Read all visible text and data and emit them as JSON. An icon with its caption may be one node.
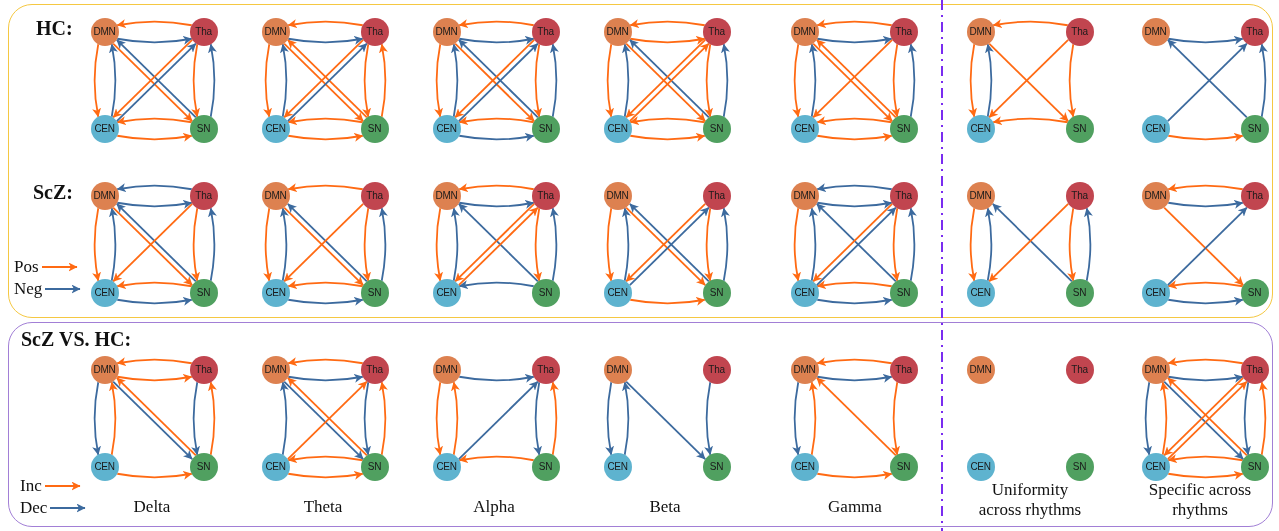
{
  "diagram": {
    "nodes": [
      {
        "text": [
          "HC:",
          "ScZ:"
        ]
      },
      {
        "text": [
          "DMN"
        ],
        "in": 0
      },
      {
        "text": [
          "Tha"
        ],
        "in": 0
      },
      {
        "text": [
          "CEN"
        ],
        "in": 0
      },
      {
        "text": [
          "SN"
        ],
        "in": 0
      },
      {
        "text": [
          "DMN"
        ],
        "in": 0
      },
      {
        "text": [
          "Tha"
        ],
        "in": 0
      },
      {
        "text": [
          "CEN"
        ],
        "in": 0
      },
      {
        "text": [
          "SN"
        ],
        "in": 0
      },
      {
        "text": [
          "DMN"
        ],
        "in": 0
      },
      {
        "text": [
          "Tha"
        ],
        "in": 0
      },
      {
        "text": [
          "CEN"
        ],
        "in": 0
      },
      {
        "text": [
          "SN"
        ],
        "in": 0
      },
      {
        "text": [
          "DMN"
        ],
        "in": 0
      },
      {
        "text": [
          "Tha"
        ],
        "in": 0
      },
      {
        "text": [
          "CEN"
        ],
        "in": 0
      },
      {
        "text": [
          "SN"
        ],
        "in": 0
      },
      {
        "text": [
          "DMN"
        ],
        "in": 0
      },
      {
        "text": [
          "Tha"
        ],
        "in": 0
      },
      {
        "text": [
          "CEN"
        ],
        "in": 0
      },
      {
        "text": [
          "SN"
        ],
        "in": 0
      },
      {
        "text": [
          "DMN"
        ],
        "in": 0
      },
      {
        "text": [
          "Tha"
        ],
        "in": 0
      },
      {
        "text": [
          "CEN"
        ],
        "in": 0
      },
      {
        "text": [
          "SN"
        ],
        "in": 0
      },
      {
        "text": [
          "DMN"
        ],
        "in": 0
      },
      {
        "text": [
          "Tha"
        ],
        "in": 0
      },
      {
        "text": [
          "CEN"
        ],
        "in": 0
      },
      {
        "text": [
          "SN"
        ],
        "in": 0
      },
      {
        "text": [
          "DMN"
        ],
        "in": 0
      },
      {
        "text": [
          "Tha"
        ],
        "in": 0
      },
      {
        "text": [
          "CEN"
        ],
        "in": 0
      },
      {
        "text": [
          "SN"
        ],
        "in": 0
      },
      {
        "text": [
          "DMN"
        ],
        "in": 0
      },
      {
        "text": [
          "Tha"
        ],
        "in": 0
      },
      {
        "text": [
          "CEN"
        ],
        "in": 0
      },
      {
        "text": [
          "SN"
        ],
        "in": 0
      },
      {
        "text": [
          "DMN"
        ],
        "in": 0
      },
      {
        "text": [
          "Tha"
        ],
        "in": 0
      },
      {
        "text": [
          "CEN"
        ],
        "in": 0
      },
      {
        "text": [
          "SN"
        ],
        "in": 0
      },
      {
        "text": [
          "DMN"
        ],
        "in": 0
      },
      {
        "text": [
          "Tha"
        ],
        "in": 0
      },
      {
        "text": [
          "CEN"
        ],
        "in": 0
      },
      {
        "text": [
          "SN"
        ],
        "in": 0
      },
      {
        "text": [
          "DMN"
        ],
        "in": 0
      },
      {
        "text": [
          "Tha"
        ],
        "in": 0
      },
      {
        "text": [
          "CEN"
        ],
        "in": 0
      },
      {
        "text": [
          "SN"
        ],
        "in": 0
      },
      {
        "text": [
          "DMN"
        ],
        "in": 0
      },
      {
        "text": [
          "Tha"
        ],
        "in": 0
      },
      {
        "text": [
          "CEN"
        ],
        "in": 0
      },
      {
        "text": [
          "SN"
        ],
        "in": 0
      },
      {
        "text": [
          "DMN"
        ],
        "in": 0
      },
      {
        "text": [
          "Tha"
        ],
        "in": 0
      },
      {
        "text": [
          "CEN"
        ],
        "in": 0
      },
      {
        "text": [
          "SN"
        ],
        "in": 0
      },
      {
        "text": [
          "ScZ VS. HC:"
        ]
      },
      {
        "text": [
          "DMN"
        ],
        "in": 57
      },
      {
        "text": [
          "Tha"
        ],
        "in": 57
      },
      {
        "text": [
          "CEN"
        ],
        "in": 57
      },
      {
        "text": [
          "SN"
        ],
        "in": 57
      },
      {
        "text": [
          "DMN"
        ],
        "in": 57
      },
      {
        "text": [
          "Tha"
        ],
        "in": 57
      },
      {
        "text": [
          "CEN"
        ],
        "in": 57
      },
      {
        "text": [
          "SN"
        ],
        "in": 57
      },
      {
        "text": [
          "DMN"
        ],
        "in": 57
      },
      {
        "text": [
          "Tha"
        ],
        "in": 57
      },
      {
        "text": [
          "CEN"
        ],
        "in": 57
      },
      {
        "text": [
          "SN"
        ],
        "in": 57
      },
      {
        "text": [
          "DMN"
        ],
        "in": 57
      },
      {
        "text": [
          "Tha"
        ],
        "in": 57
      },
      {
        "text": [
          "CEN"
        ],
        "in": 57
      },
      {
        "text": [
          "SN"
        ],
        "in": 57
      },
      {
        "text": [
          "DMN"
        ],
        "in": 57
      },
      {
        "text": [
          "Tha"
        ],
        "in": 57
      },
      {
        "text": [
          "CEN"
        ],
        "in": 57
      },
      {
        "text": [
          "SN"
        ],
        "in": 57
      },
      {
        "text": [
          "DMN"
        ],
        "in": 57
      },
      {
        "text": [
          "Tha"
        ],
        "in": 57
      },
      {
        "text": [
          "CEN"
        ],
        "in": 57
      },
      {
        "text": [
          "SN"
        ],
        "in": 57
      },
      {
        "text": [
          "DMN"
        ],
        "in": 57
      },
      {
        "text": [
          "Tha"
        ],
        "in": 57
      },
      {
        "text": [
          "CEN"
        ],
        "in": 57
      },
      {
        "text": [
          "SN"
        ],
        "in": 57
      }
    ],
    "edges": [
      {
        "from": 2,
        "to": 1,
        "arrow": "to"
      },
      {
        "from": 1,
        "to": 2,
        "arrow": "to",
        "color": "#3c6a9e"
      },
      {
        "from": 1,
        "to": 3,
        "arrow": "to"
      },
      {
        "from": 3,
        "to": 1,
        "arrow": "to",
        "color": "#3c6a9e"
      },
      {
        "from": 2,
        "to": 4,
        "arrow": "to"
      },
      {
        "from": 4,
        "to": 2,
        "arrow": "to",
        "color": "#3c6a9e"
      },
      {
        "from": 4,
        "to": 3,
        "arrow": "to"
      },
      {
        "from": 3,
        "to": 4,
        "arrow": "to"
      },
      {
        "from": 1,
        "to": 4,
        "arrow": "to"
      },
      {
        "from": 4,
        "to": 1,
        "arrow": "to",
        "color": "#3c6a9e"
      },
      {
        "from": 2,
        "to": 3,
        "arrow": "to"
      },
      {
        "from": 3,
        "to": 2,
        "arrow": "to",
        "color": "#3c6a9e"
      },
      {
        "from": 6,
        "to": 5,
        "arrow": "to"
      },
      {
        "from": 5,
        "to": 6,
        "arrow": "to",
        "color": "#3c6a9e"
      },
      {
        "from": 5,
        "to": 7,
        "arrow": "to"
      },
      {
        "from": 7,
        "to": 5,
        "arrow": "to",
        "color": "#3c6a9e"
      },
      {
        "from": 6,
        "to": 8,
        "arrow": "to"
      },
      {
        "from": 8,
        "to": 6,
        "arrow": "to"
      },
      {
        "from": 8,
        "to": 7,
        "arrow": "to"
      },
      {
        "from": 7,
        "to": 8,
        "arrow": "to"
      },
      {
        "from": 5,
        "to": 8,
        "arrow": "to"
      },
      {
        "from": 8,
        "to": 5,
        "arrow": "to"
      },
      {
        "from": 6,
        "to": 7,
        "arrow": "to"
      },
      {
        "from": 7,
        "to": 6,
        "arrow": "to",
        "color": "#3c6a9e"
      },
      {
        "from": 10,
        "to": 9,
        "arrow": "to"
      },
      {
        "from": 9,
        "to": 10,
        "arrow": "to",
        "color": "#3c6a9e"
      },
      {
        "from": 9,
        "to": 11,
        "arrow": "to"
      },
      {
        "from": 11,
        "to": 9,
        "arrow": "to",
        "color": "#3c6a9e"
      },
      {
        "from": 10,
        "to": 12,
        "arrow": "to"
      },
      {
        "from": 12,
        "to": 10,
        "arrow": "to",
        "color": "#3c6a9e"
      },
      {
        "from": 12,
        "to": 11,
        "arrow": "to"
      },
      {
        "from": 11,
        "to": 12,
        "arrow": "to",
        "color": "#3c6a9e"
      },
      {
        "from": 9,
        "to": 12,
        "arrow": "to"
      },
      {
        "from": 12,
        "to": 9,
        "arrow": "to",
        "color": "#3c6a9e"
      },
      {
        "from": 10,
        "to": 11,
        "arrow": "to"
      },
      {
        "from": 11,
        "to": 10,
        "arrow": "to",
        "color": "#3c6a9e"
      },
      {
        "from": 14,
        "to": 13,
        "arrow": "to"
      },
      {
        "from": 13,
        "to": 14,
        "arrow": "to"
      },
      {
        "from": 13,
        "to": 15,
        "arrow": "to"
      },
      {
        "from": 15,
        "to": 13,
        "arrow": "to",
        "color": "#3c6a9e"
      },
      {
        "from": 14,
        "to": 16,
        "arrow": "to"
      },
      {
        "from": 16,
        "to": 14,
        "arrow": "to",
        "color": "#3c6a9e"
      },
      {
        "from": 16,
        "to": 15,
        "arrow": "to"
      },
      {
        "from": 15,
        "to": 16,
        "arrow": "to"
      },
      {
        "from": 13,
        "to": 16,
        "arrow": "to"
      },
      {
        "from": 16,
        "to": 13,
        "arrow": "to",
        "color": "#3c6a9e"
      },
      {
        "from": 14,
        "to": 15,
        "arrow": "to"
      },
      {
        "from": 15,
        "to": 14,
        "arrow": "to"
      },
      {
        "from": 18,
        "to": 17,
        "arrow": "to"
      },
      {
        "from": 17,
        "to": 18,
        "arrow": "to",
        "color": "#3c6a9e"
      },
      {
        "from": 17,
        "to": 19,
        "arrow": "to"
      },
      {
        "from": 19,
        "to": 17,
        "arrow": "to",
        "color": "#3c6a9e"
      },
      {
        "from": 18,
        "to": 20,
        "arrow": "to"
      },
      {
        "from": 20,
        "to": 18,
        "arrow": "to",
        "color": "#3c6a9e"
      },
      {
        "from": 20,
        "to": 19,
        "arrow": "to"
      },
      {
        "from": 19,
        "to": 20,
        "arrow": "to"
      },
      {
        "from": 17,
        "to": 20,
        "arrow": "to"
      },
      {
        "from": 20,
        "to": 17,
        "arrow": "to"
      },
      {
        "from": 18,
        "to": 19,
        "arrow": "to"
      },
      {
        "from": 22,
        "to": 21,
        "arrow": "to"
      },
      {
        "from": 21,
        "to": 23,
        "arrow": "to"
      },
      {
        "from": 23,
        "to": 21,
        "arrow": "to",
        "color": "#3c6a9e"
      },
      {
        "from": 22,
        "to": 24,
        "arrow": "to"
      },
      {
        "from": 24,
        "to": 23,
        "arrow": "to"
      },
      {
        "from": 21,
        "to": 24,
        "arrow": "to"
      },
      {
        "from": 22,
        "to": 23,
        "arrow": "to"
      },
      {
        "from": 25,
        "to": 26,
        "arrow": "to",
        "color": "#3c6a9e"
      },
      {
        "from": 28,
        "to": 26,
        "arrow": "to",
        "color": "#3c6a9e"
      },
      {
        "from": 27,
        "to": 26,
        "arrow": "to",
        "color": "#3c6a9e"
      },
      {
        "from": 28,
        "to": 25,
        "arrow": "to",
        "color": "#3c6a9e"
      },
      {
        "from": 27,
        "to": 28,
        "arrow": "to"
      },
      {
        "from": 30,
        "to": 29,
        "arrow": "to",
        "color": "#3c6a9e"
      },
      {
        "from": 29,
        "to": 30,
        "arrow": "to",
        "color": "#3c6a9e"
      },
      {
        "from": 29,
        "to": 31,
        "arrow": "to"
      },
      {
        "from": 31,
        "to": 29,
        "arrow": "to",
        "color": "#3c6a9e"
      },
      {
        "from": 30,
        "to": 32,
        "arrow": "to"
      },
      {
        "from": 32,
        "to": 30,
        "arrow": "to",
        "color": "#3c6a9e"
      },
      {
        "from": 32,
        "to": 31,
        "arrow": "to"
      },
      {
        "from": 31,
        "to": 32,
        "arrow": "to",
        "color": "#3c6a9e"
      },
      {
        "from": 29,
        "to": 32,
        "arrow": "to"
      },
      {
        "from": 32,
        "to": 29,
        "arrow": "to",
        "color": "#3c6a9e"
      },
      {
        "from": 30,
        "to": 31,
        "arrow": "to"
      },
      {
        "from": 34,
        "to": 33,
        "arrow": "to"
      },
      {
        "from": 33,
        "to": 35,
        "arrow": "to"
      },
      {
        "from": 35,
        "to": 33,
        "arrow": "to",
        "color": "#3c6a9e"
      },
      {
        "from": 34,
        "to": 36,
        "arrow": "to"
      },
      {
        "from": 36,
        "to": 34,
        "arrow": "to",
        "color": "#3c6a9e"
      },
      {
        "from": 36,
        "to": 35,
        "arrow": "to"
      },
      {
        "from": 35,
        "to": 36,
        "arrow": "to",
        "color": "#3c6a9e"
      },
      {
        "from": 33,
        "to": 36,
        "arrow": "to"
      },
      {
        "from": 36,
        "to": 33,
        "arrow": "to",
        "color": "#3c6a9e"
      },
      {
        "from": 34,
        "to": 35,
        "arrow": "to"
      },
      {
        "from": 38,
        "to": 37,
        "arrow": "to"
      },
      {
        "from": 37,
        "to": 38,
        "arrow": "to",
        "color": "#3c6a9e"
      },
      {
        "from": 37,
        "to": 39,
        "arrow": "to"
      },
      {
        "from": 39,
        "to": 37,
        "arrow": "to",
        "color": "#3c6a9e"
      },
      {
        "from": 38,
        "to": 40,
        "arrow": "to"
      },
      {
        "from": 40,
        "to": 38,
        "arrow": "to",
        "color": "#3c6a9e"
      },
      {
        "from": 40,
        "to": 39,
        "arrow": "to",
        "color": "#3c6a9e"
      },
      {
        "from": 40,
        "to": 37,
        "arrow": "to",
        "color": "#3c6a9e"
      },
      {
        "from": 38,
        "to": 39,
        "arrow": "to"
      },
      {
        "from": 39,
        "to": 38,
        "arrow": "to"
      },
      {
        "from": 41,
        "to": 43,
        "arrow": "to"
      },
      {
        "from": 43,
        "to": 41,
        "arrow": "to",
        "color": "#3c6a9e"
      },
      {
        "from": 42,
        "to": 44,
        "arrow": "to"
      },
      {
        "from": 44,
        "to": 42,
        "arrow": "to",
        "color": "#3c6a9e"
      },
      {
        "from": 43,
        "to": 44,
        "arrow": "to"
      },
      {
        "from": 41,
        "to": 44,
        "arrow": "to"
      },
      {
        "from": 44,
        "to": 41,
        "arrow": "to",
        "color": "#3c6a9e"
      },
      {
        "from": 42,
        "to": 43,
        "arrow": "to"
      },
      {
        "from": 43,
        "to": 42,
        "arrow": "to",
        "color": "#3c6a9e"
      },
      {
        "from": 46,
        "to": 45,
        "arrow": "to",
        "color": "#3c6a9e"
      },
      {
        "from": 45,
        "to": 46,
        "arrow": "to",
        "color": "#3c6a9e"
      },
      {
        "from": 45,
        "to": 47,
        "arrow": "to"
      },
      {
        "from": 47,
        "to": 45,
        "arrow": "to",
        "color": "#3c6a9e"
      },
      {
        "from": 46,
        "to": 48,
        "arrow": "to"
      },
      {
        "from": 48,
        "to": 46,
        "arrow": "to",
        "color": "#3c6a9e"
      },
      {
        "from": 48,
        "to": 47,
        "arrow": "to"
      },
      {
        "from": 47,
        "to": 48,
        "arrow": "to",
        "color": "#3c6a9e"
      },
      {
        "from": 48,
        "to": 45,
        "arrow": "to",
        "color": "#3c6a9e"
      },
      {
        "from": 46,
        "to": 47,
        "arrow": "to"
      },
      {
        "from": 47,
        "to": 46,
        "arrow": "to",
        "color": "#3c6a9e"
      },
      {
        "from": 49,
        "to": 51,
        "arrow": "to"
      },
      {
        "from": 51,
        "to": 49,
        "arrow": "to",
        "color": "#3c6a9e"
      },
      {
        "from": 50,
        "to": 52,
        "arrow": "to"
      },
      {
        "from": 52,
        "to": 50,
        "arrow": "to",
        "color": "#3c6a9e"
      },
      {
        "from": 52,
        "to": 49,
        "arrow": "to",
        "color": "#3c6a9e"
      },
      {
        "from": 50,
        "to": 51,
        "arrow": "to"
      },
      {
        "from": 54,
        "to": 53,
        "arrow": "to"
      },
      {
        "from": 53,
        "to": 54,
        "arrow": "to",
        "color": "#3c6a9e"
      },
      {
        "from": 56,
        "to": 55,
        "arrow": "to"
      },
      {
        "from": 55,
        "to": 56,
        "arrow": "to",
        "color": "#3c6a9e"
      },
      {
        "from": 53,
        "to": 56,
        "arrow": "to"
      },
      {
        "from": 55,
        "to": 54,
        "arrow": "to",
        "color": "#3c6a9e"
      },
      {
        "from": 59,
        "to": 58,
        "arrow": "to"
      },
      {
        "from": 58,
        "to": 59,
        "arrow": "to"
      },
      {
        "from": 58,
        "to": 60,
        "arrow": "to",
        "color": "#3c6a9e"
      },
      {
        "from": 60,
        "to": 58,
        "arrow": "to"
      },
      {
        "from": 59,
        "to": 61,
        "arrow": "to",
        "color": "#3c6a9e"
      },
      {
        "from": 61,
        "to": 59,
        "arrow": "to"
      },
      {
        "from": 60,
        "to": 61,
        "arrow": "to"
      },
      {
        "from": 58,
        "to": 61,
        "arrow": "to",
        "color": "#3c6a9e"
      },
      {
        "from": 61,
        "to": 58,
        "arrow": "to"
      },
      {
        "from": 63,
        "to": 62,
        "arrow": "to"
      },
      {
        "from": 62,
        "to": 63,
        "arrow": "to",
        "color": "#3c6a9e"
      },
      {
        "from": 64,
        "to": 62,
        "arrow": "to",
        "color": "#3c6a9e"
      },
      {
        "from": 63,
        "to": 65,
        "arrow": "to",
        "color": "#3c6a9e"
      },
      {
        "from": 65,
        "to": 63,
        "arrow": "to"
      },
      {
        "from": 65,
        "to": 64,
        "arrow": "to"
      },
      {
        "from": 64,
        "to": 65,
        "arrow": "to"
      },
      {
        "from": 62,
        "to": 65,
        "arrow": "to",
        "color": "#3c6a9e"
      },
      {
        "from": 65,
        "to": 62,
        "arrow": "to"
      },
      {
        "from": 64,
        "to": 63,
        "arrow": "to"
      },
      {
        "from": 66,
        "to": 67,
        "arrow": "to",
        "color": "#3c6a9e"
      },
      {
        "from": 66,
        "to": 68,
        "arrow": "to"
      },
      {
        "from": 68,
        "to": 66,
        "arrow": "to"
      },
      {
        "from": 67,
        "to": 69,
        "arrow": "to",
        "color": "#3c6a9e"
      },
      {
        "from": 69,
        "to": 67,
        "arrow": "to"
      },
      {
        "from": 69,
        "to": 68,
        "arrow": "to"
      },
      {
        "from": 68,
        "to": 67,
        "arrow": "to",
        "color": "#3c6a9e"
      },
      {
        "from": 70,
        "to": 72,
        "arrow": "to",
        "color": "#3c6a9e"
      },
      {
        "from": 72,
        "to": 70,
        "arrow": "to",
        "color": "#3c6a9e"
      },
      {
        "from": 71,
        "to": 73,
        "arrow": "to",
        "color": "#3c6a9e"
      },
      {
        "from": 70,
        "to": 73,
        "arrow": "to",
        "color": "#3c6a9e"
      },
      {
        "from": 75,
        "to": 74,
        "arrow": "to"
      },
      {
        "from": 74,
        "to": 75,
        "arrow": "to",
        "color": "#3c6a9e"
      },
      {
        "from": 74,
        "to": 76,
        "arrow": "to",
        "color": "#3c6a9e"
      },
      {
        "from": 76,
        "to": 74,
        "arrow": "to"
      },
      {
        "from": 75,
        "to": 77,
        "arrow": "to"
      },
      {
        "from": 76,
        "to": 77,
        "arrow": "to"
      },
      {
        "from": 77,
        "to": 74,
        "arrow": "to"
      },
      {
        "from": 83,
        "to": 82,
        "arrow": "to"
      },
      {
        "from": 82,
        "to": 83,
        "arrow": "to",
        "color": "#3c6a9e"
      },
      {
        "from": 82,
        "to": 84,
        "arrow": "to",
        "color": "#3c6a9e"
      },
      {
        "from": 84,
        "to": 82,
        "arrow": "to"
      },
      {
        "from": 83,
        "to": 85,
        "arrow": "to",
        "color": "#3c6a9e"
      },
      {
        "from": 85,
        "to": 83,
        "arrow": "to"
      },
      {
        "from": 85,
        "to": 84,
        "arrow": "to"
      },
      {
        "from": 84,
        "to": 85,
        "arrow": "to"
      },
      {
        "from": 82,
        "to": 85,
        "arrow": "to",
        "color": "#3c6a9e"
      },
      {
        "from": 85,
        "to": 82,
        "arrow": "to"
      },
      {
        "from": 83,
        "to": 84,
        "arrow": "to"
      },
      {
        "from": 84,
        "to": 83,
        "arrow": "to"
      }
    ],
    "labels": [
      "Delta",
      "Theta",
      "Alpha",
      "Beta",
      "Gamma",
      "Uniformity across rhythms",
      "Specific across rhythms"
    ],
    "legend": [
      {
        "text": "Pos",
        "color": "#ff6a13"
      },
      {
        "text": "Neg",
        "color": "#3c6a9e"
      },
      {
        "text": "Inc",
        "color": "#ff6a13"
      },
      {
        "text": "Dec",
        "color": "#3c6a9e"
      }
    ]
  }
}
